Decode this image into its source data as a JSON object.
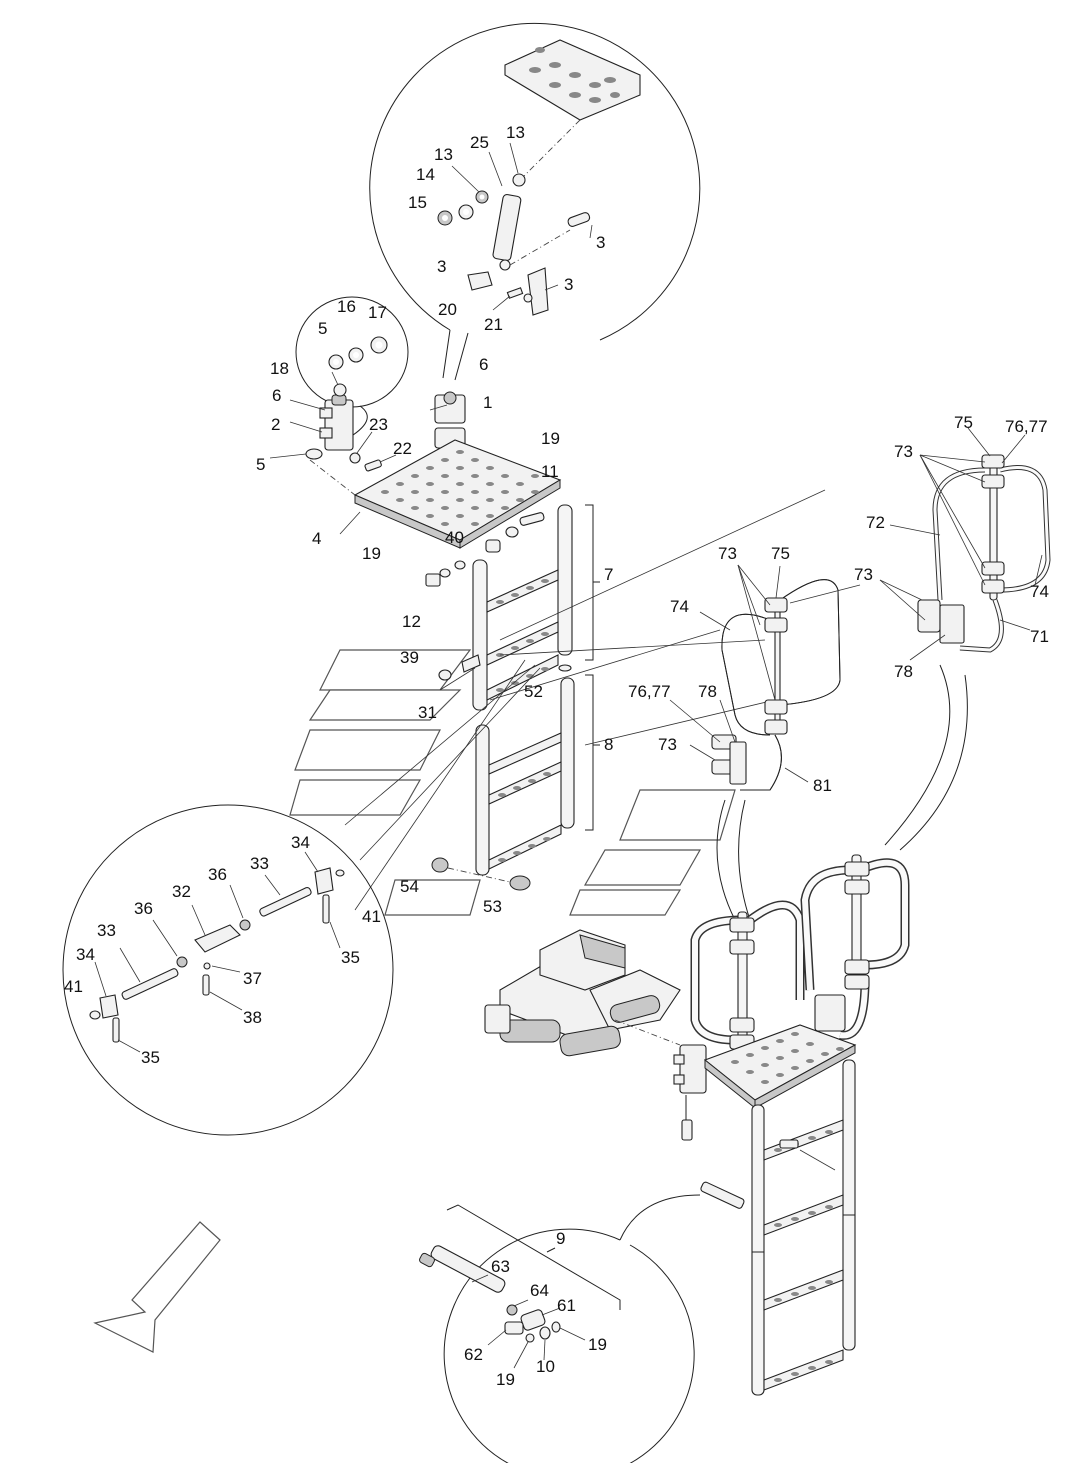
{
  "labels": [
    {
      "text": "13"
    },
    {
      "text": "25"
    },
    {
      "text": "13"
    },
    {
      "text": "14"
    },
    {
      "text": "15"
    },
    {
      "text": "3"
    },
    {
      "text": "3"
    },
    {
      "text": "20"
    },
    {
      "text": "3"
    },
    {
      "text": "21"
    },
    {
      "text": "5"
    },
    {
      "text": "16"
    },
    {
      "text": "17"
    },
    {
      "text": "18"
    },
    {
      "text": "6"
    },
    {
      "text": "2"
    },
    {
      "text": "23"
    },
    {
      "text": "22"
    },
    {
      "text": "5"
    },
    {
      "text": "6"
    },
    {
      "text": "1"
    },
    {
      "text": "4"
    },
    {
      "text": "19"
    },
    {
      "text": "11"
    },
    {
      "text": "40"
    },
    {
      "text": "19"
    },
    {
      "text": "12"
    },
    {
      "text": "7"
    },
    {
      "text": "39"
    },
    {
      "text": "31"
    },
    {
      "text": "52"
    },
    {
      "text": "8"
    },
    {
      "text": "54"
    },
    {
      "text": "53"
    },
    {
      "text": "34"
    },
    {
      "text": "36"
    },
    {
      "text": "33"
    },
    {
      "text": "32"
    },
    {
      "text": "36"
    },
    {
      "text": "33"
    },
    {
      "text": "34"
    },
    {
      "text": "41"
    },
    {
      "text": "35"
    },
    {
      "text": "37"
    },
    {
      "text": "38"
    },
    {
      "text": "35"
    },
    {
      "text": "41"
    },
    {
      "text": "73"
    },
    {
      "text": "75"
    },
    {
      "text": "74"
    },
    {
      "text": "76,77"
    },
    {
      "text": "78"
    },
    {
      "text": "73"
    },
    {
      "text": "81"
    },
    {
      "text": "75"
    },
    {
      "text": "76,77"
    },
    {
      "text": "73"
    },
    {
      "text": "72"
    },
    {
      "text": "73"
    },
    {
      "text": "74"
    },
    {
      "text": "71"
    },
    {
      "text": "78"
    },
    {
      "text": "9"
    },
    {
      "text": "63"
    },
    {
      "text": "64"
    },
    {
      "text": "61"
    },
    {
      "text": "62"
    },
    {
      "text": "19"
    },
    {
      "text": "10"
    },
    {
      "text": "19"
    }
  ]
}
